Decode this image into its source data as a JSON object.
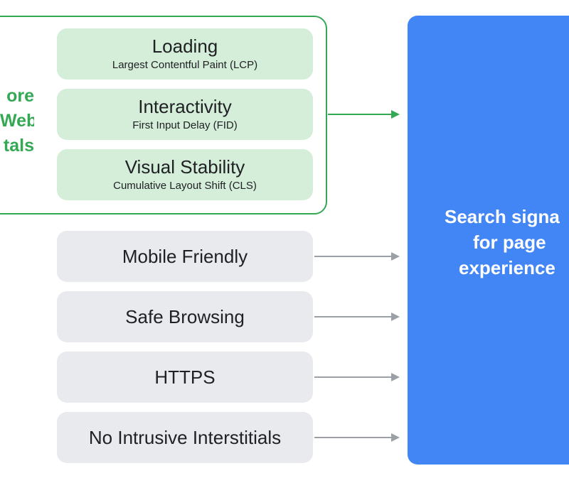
{
  "core_web_vitals": {
    "label_lines": [
      "ore",
      "Web",
      "tals"
    ],
    "metrics": [
      {
        "title": "Loading",
        "subtitle": "Largest Contentful Paint (LCP)"
      },
      {
        "title": "Interactivity",
        "subtitle": "First Input Delay (FID)"
      },
      {
        "title": "Visual Stability",
        "subtitle": "Cumulative Layout Shift (CLS)"
      }
    ]
  },
  "signals": [
    {
      "title": "Mobile Friendly"
    },
    {
      "title": "Safe Browsing"
    },
    {
      "title": "HTTPS"
    },
    {
      "title": "No Intrusive Interstitials"
    }
  ],
  "target": {
    "label_lines": [
      "Search signa",
      "for page",
      "experience"
    ]
  },
  "colors": {
    "green": "#34a853",
    "green_fill": "#d4eed9",
    "gray_fill": "#e8eaed",
    "blue": "#4285f4",
    "arrow_gray": "#9aa0a6"
  }
}
